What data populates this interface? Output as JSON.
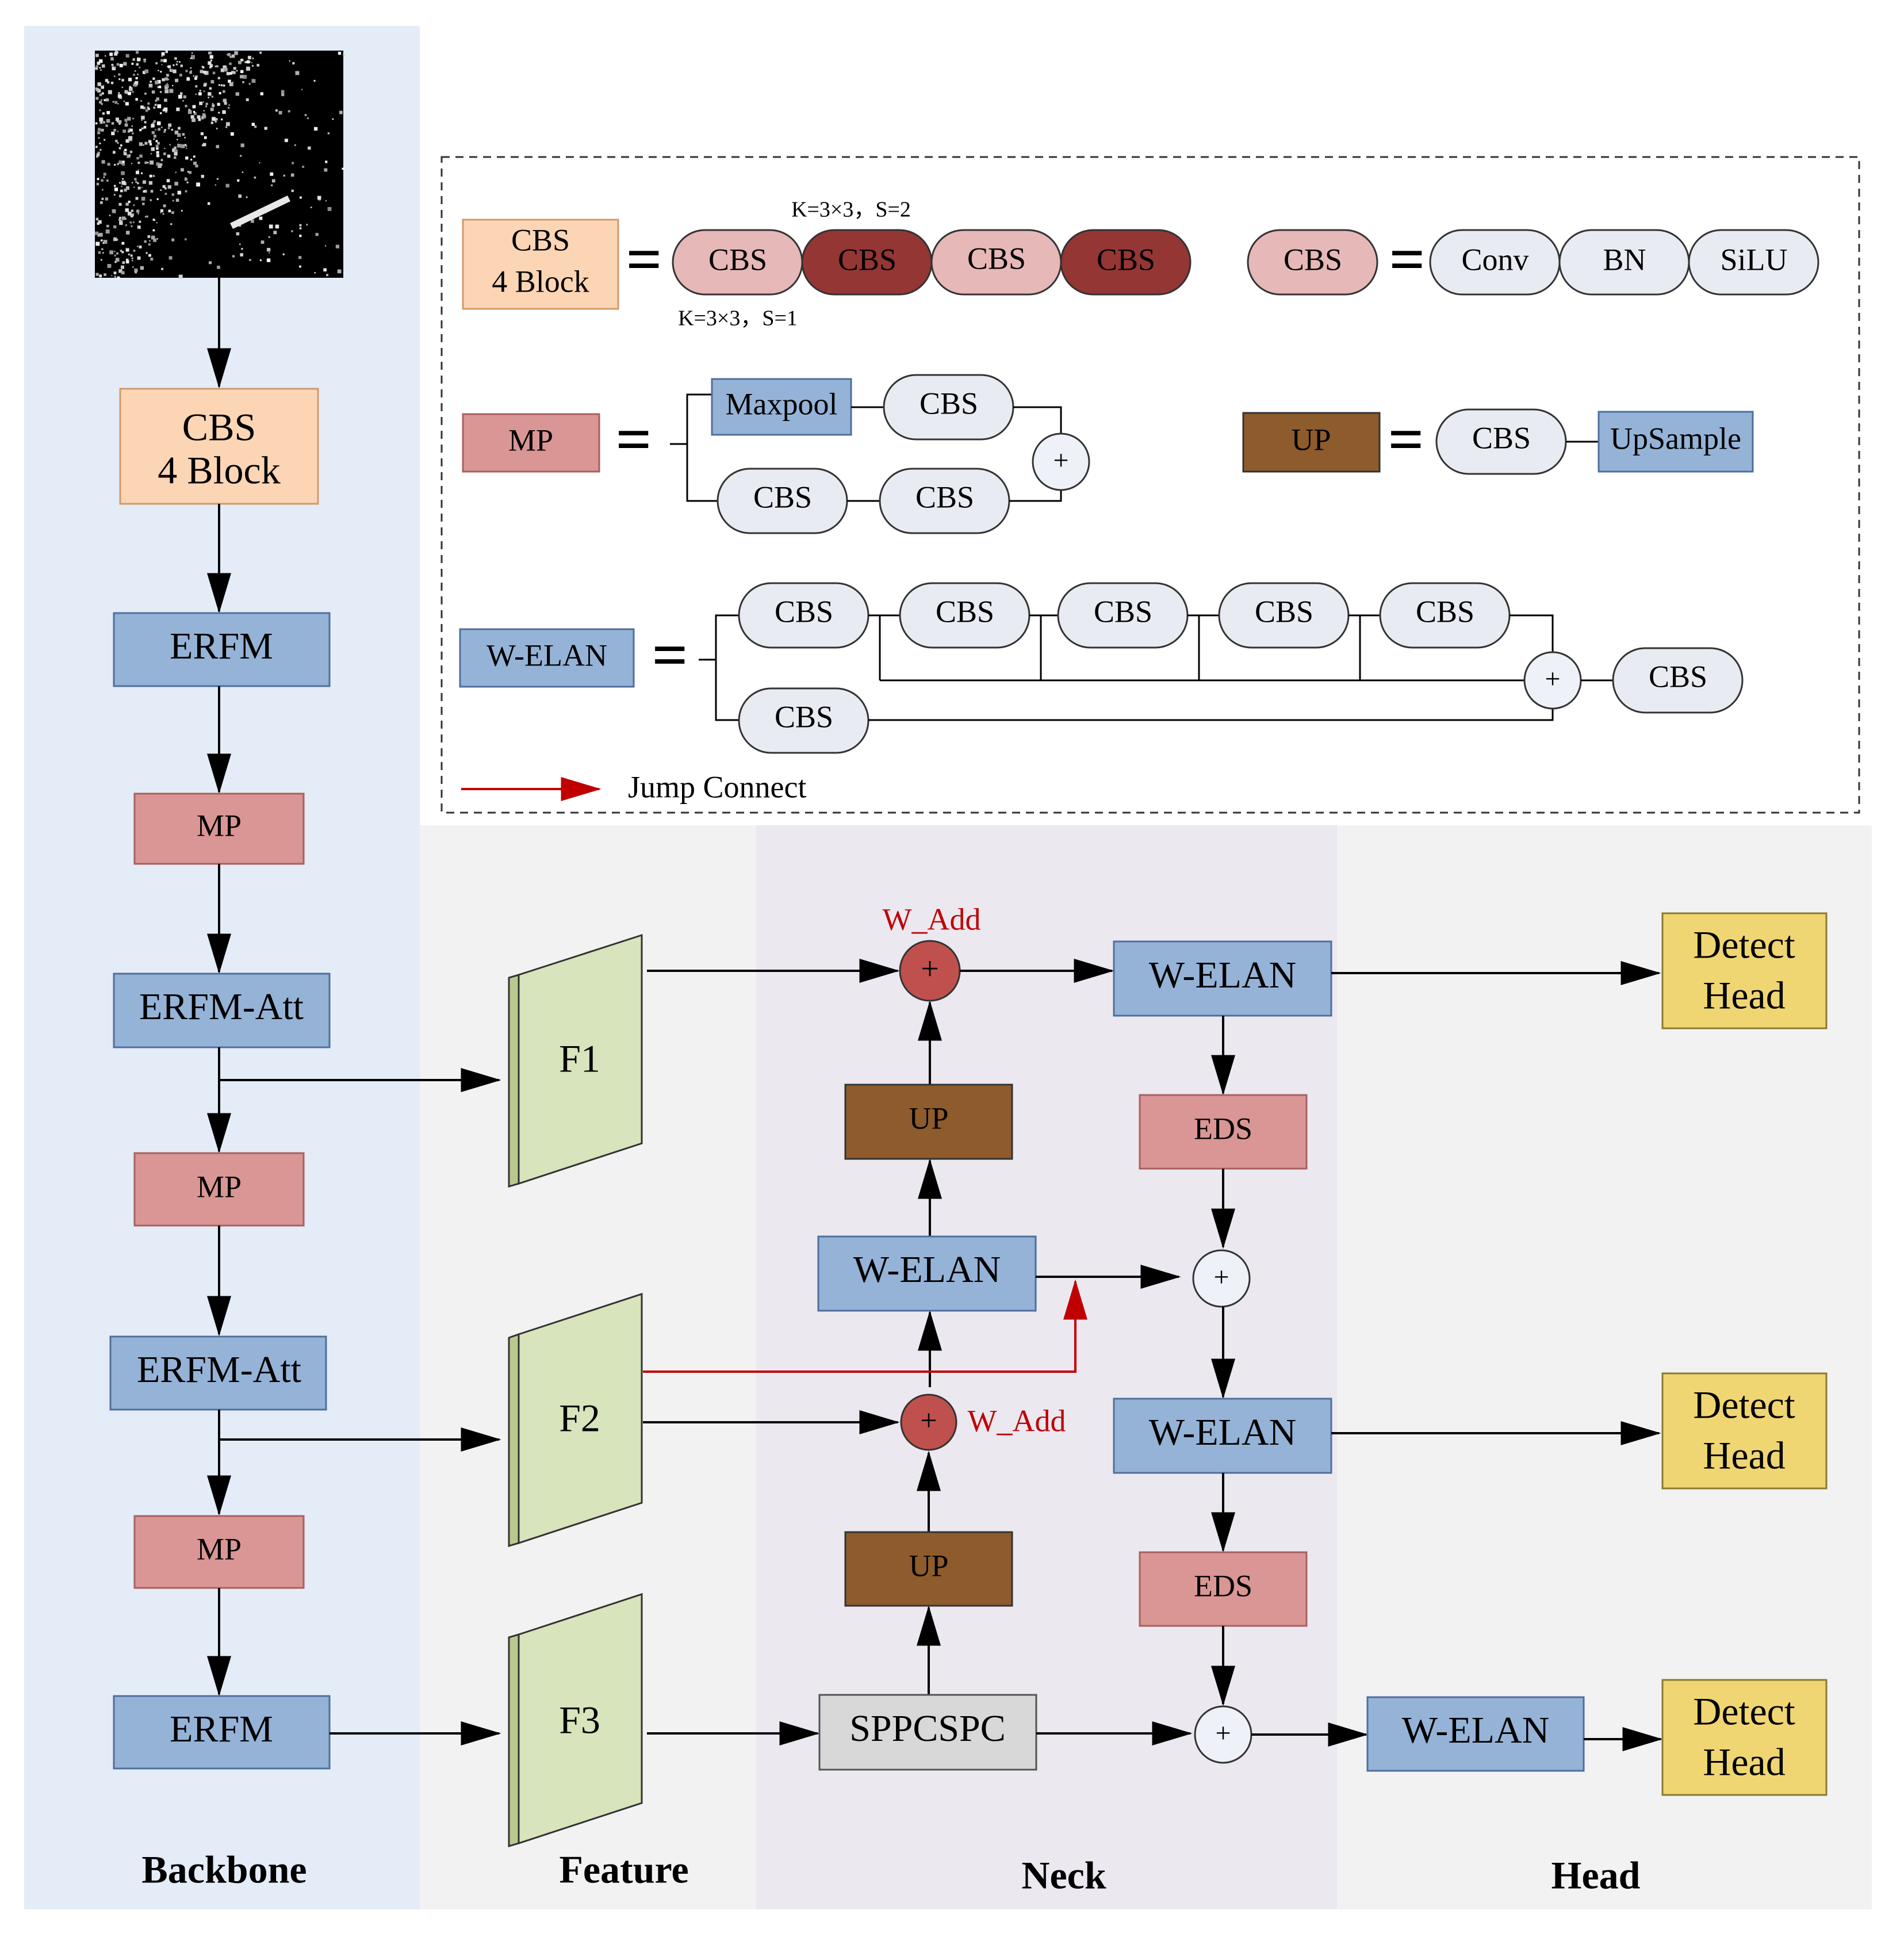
{
  "sections": {
    "backbone": "Backbone",
    "feature": "Feature",
    "neck": "Neck",
    "head": "Head"
  },
  "backbone": {
    "cbs4_line1": "CBS",
    "cbs4_line2": "4 Block",
    "erfm_top": "ERFM",
    "mp1": "MP",
    "erfm_att1": "ERFM-Att",
    "mp2": "MP",
    "erfm_att2": "ERFM-Att",
    "mp3": "MP",
    "erfm_bottom": "ERFM"
  },
  "features": {
    "f1": "F1",
    "f2": "F2",
    "f3": "F3"
  },
  "neck": {
    "w_add_top": "W_Add",
    "w_add_mid": "W_Add",
    "up_top": "UP",
    "up_bottom": "UP",
    "welan_mid": "W-ELAN",
    "sppcspc": "SPPCSPC",
    "welan_top": "W-ELAN",
    "eds_top": "EDS",
    "welan_mid_right": "W-ELAN",
    "eds_bottom": "EDS",
    "plus": "+"
  },
  "head": {
    "welan_bottom": "W-ELAN",
    "detect_line1": "Detect",
    "detect_line2": "Head"
  },
  "legend": {
    "cbs4_line1": "CBS",
    "cbs4_line2": "4 Block",
    "eq": "=",
    "cbs": "CBS",
    "k_top": "K=3×3，S=2",
    "k_bottom": "K=3×3，S=1",
    "conv": "Conv",
    "bn": "BN",
    "silu": "SiLU",
    "mp": "MP",
    "maxpool": "Maxpool",
    "up": "UP",
    "upsample": "UpSample",
    "welan": "W-ELAN",
    "jump_connect": "Jump Connect",
    "plus": "+"
  },
  "colors": {
    "backbone_bg": "#e4ecf7",
    "panel_bg": "#f2f2f2",
    "neck_bg": "#ebe8f0",
    "cbs4": "#fcd5b5",
    "blue_block": "#95b3d7",
    "mp": "#d99694",
    "up": "#8e5b2c",
    "detect": "#f0d672",
    "sppcspc": "#d8d8d8",
    "feature": "#d7e4bc",
    "w_add": "#c0504d",
    "pill_light": "#e6b8b7",
    "pill_dark": "#943634",
    "pill_grey": "#e8ecf2",
    "jump": "#c00000"
  }
}
